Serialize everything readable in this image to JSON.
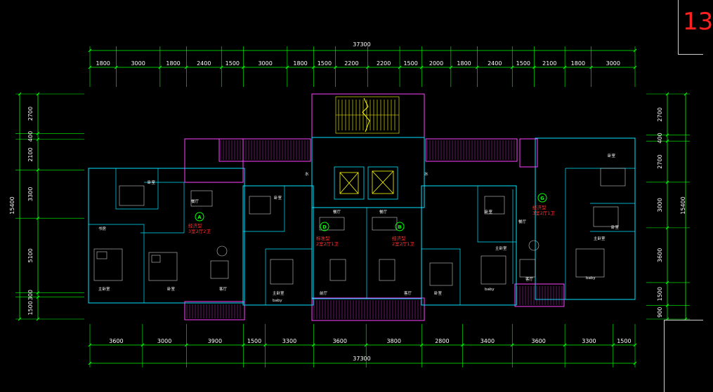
{
  "sheet": {
    "number": "13"
  },
  "dims": {
    "overall_top": "37300",
    "overall_bottom": "37300",
    "top_segments": [
      "1800",
      "3000",
      "1800",
      "2400",
      "1500",
      "3000",
      "1800",
      "1500",
      "2200",
      "2200",
      "1500",
      "2000",
      "1800",
      "2400",
      "1500",
      "2100",
      "1800",
      "3000"
    ],
    "bottom_segments": [
      "3600",
      "3000",
      "3900",
      "1500",
      "3300",
      "3600",
      "3800",
      "2800",
      "3400",
      "3600",
      "3300",
      "1500"
    ],
    "left_total": "15400",
    "left_segments": [
      "2700",
      "400",
      "2100",
      "3300",
      "5100",
      "300",
      "1500"
    ],
    "right_total": "15400",
    "right_segments": [
      "2700",
      "400",
      "2700",
      "3000",
      "3600",
      "1500",
      "900"
    ]
  },
  "units": [
    {
      "badge": "A",
      "type": "经济型",
      "spec": "3室2厅2卫"
    },
    {
      "badge": "D",
      "type": "标准型",
      "spec": "2室2厅1卫"
    },
    {
      "badge": "B",
      "type": "经济型",
      "spec": "2室2厅1卫"
    },
    {
      "badge": "G",
      "type": "经济型",
      "spec": "3室2厅1卫"
    }
  ],
  "rooms": {
    "bedroom": "卧室",
    "master_bedroom": "主卧室",
    "living": "客厅",
    "dining": "餐厅",
    "study": "书房",
    "water": "水",
    "hall": "前厅",
    "baby": "baby"
  },
  "colors": {
    "dimension_line": "#00ff00",
    "wall": "#00e5ff",
    "outer_wall": "#ff40ff",
    "stair": "#ffff00",
    "furniture": "#c8c8c8",
    "unit_text": "#ff3030"
  }
}
